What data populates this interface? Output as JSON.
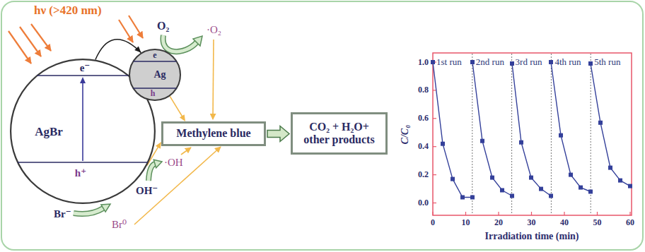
{
  "diagram": {
    "nodes": [
      {
        "text": [
          "AgBr",
          "e⁻",
          "h⁺"
        ]
      },
      {
        "text": [
          "Ag",
          "e",
          "h"
        ]
      },
      {
        "text": [
          "Methylene blue"
        ]
      },
      {
        "text": [
          "CO₂ + H₂O+ other products"
        ]
      }
    ],
    "edges": [
      {
        "from": 0,
        "to": 1,
        "arrow": "to"
      },
      {
        "from": 1,
        "to": 2,
        "arrow": "to"
      },
      {
        "from": 0,
        "to": 2,
        "arrow": "to"
      },
      {
        "from": 2,
        "to": 3,
        "arrow": "to"
      }
    ],
    "labels": [
      "hν (>420 nm)",
      "O₂",
      "·O₂",
      "OH⁻",
      "·OH",
      "Br⁻",
      "Br⁰",
      "1st run",
      "2nd run",
      "3rd run",
      "4th run",
      "5th run",
      "1.0",
      "0.8",
      "0.6",
      "0.4",
      "0.2",
      "0.0",
      "0",
      "10",
      "20",
      "30",
      "40",
      "50",
      "60",
      "C/C₀",
      "Irradiation time (min)"
    ]
  }
}
